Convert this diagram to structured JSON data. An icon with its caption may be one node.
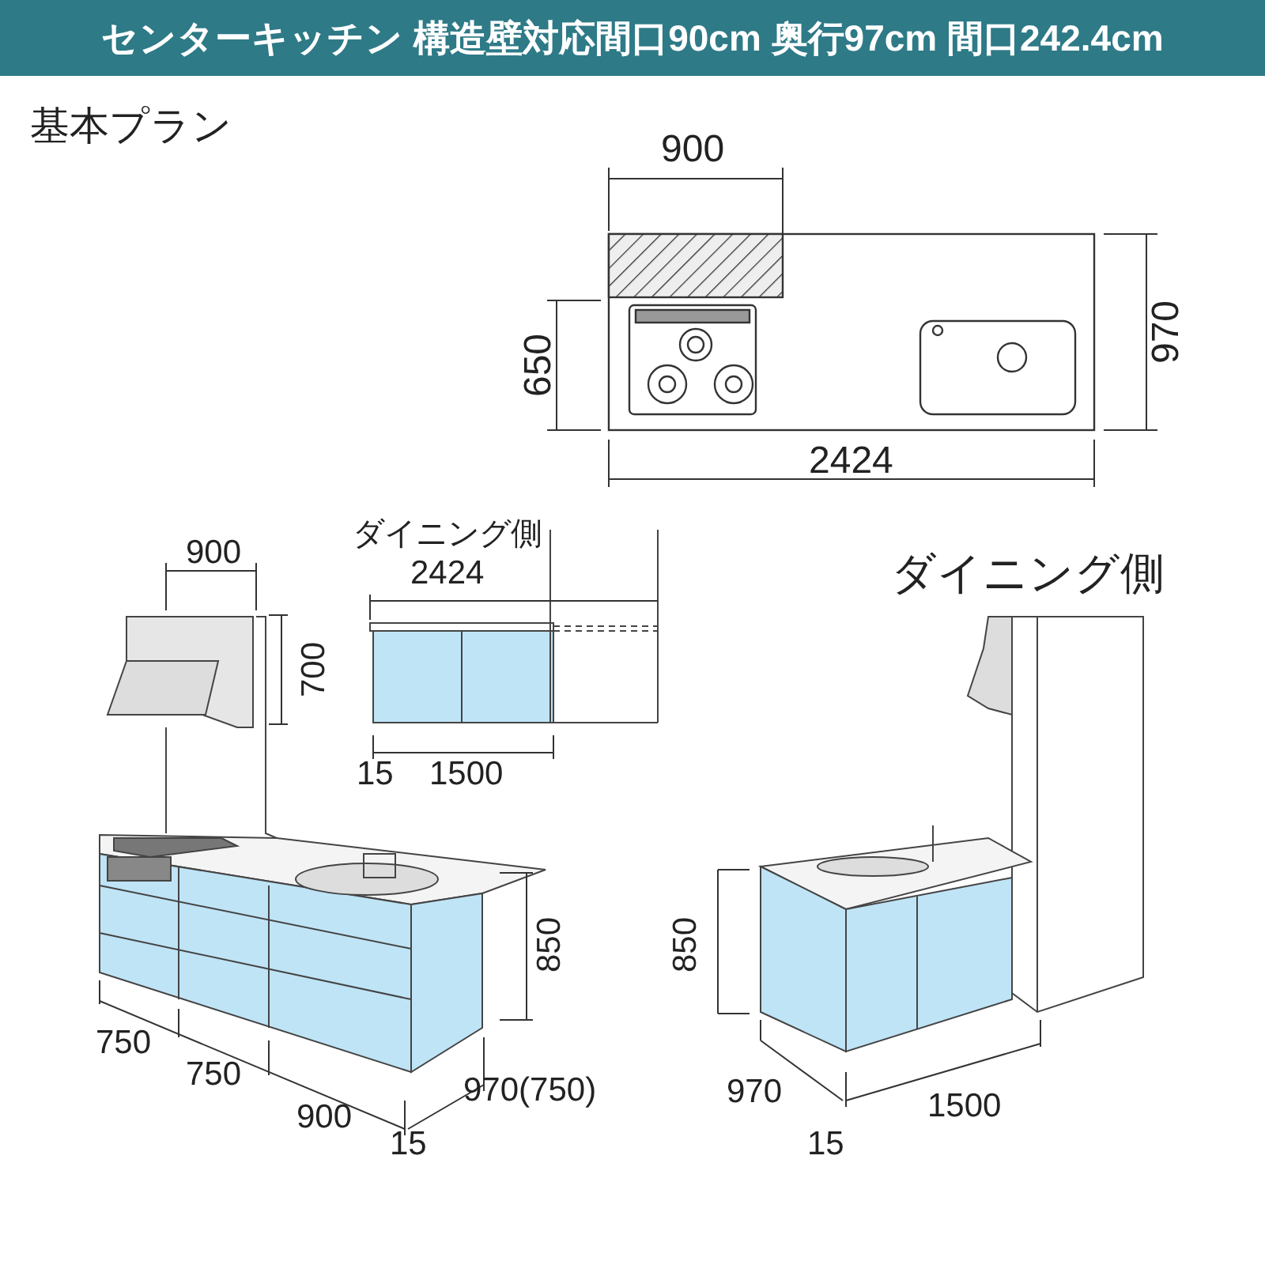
{
  "diagram": {
    "title": "センターキッチン 構造壁対応間口90cm 奥行97cm 間口242.4cm",
    "labels": [
      "基本プラン",
      "900",
      "650",
      "970",
      "2424",
      "900",
      "ダイニング側",
      "2424",
      "700",
      "15",
      "1500",
      "ダイニング側",
      "850",
      "850",
      "750",
      "750",
      "970(750)",
      "900",
      "15",
      "970",
      "1500",
      "15"
    ]
  }
}
